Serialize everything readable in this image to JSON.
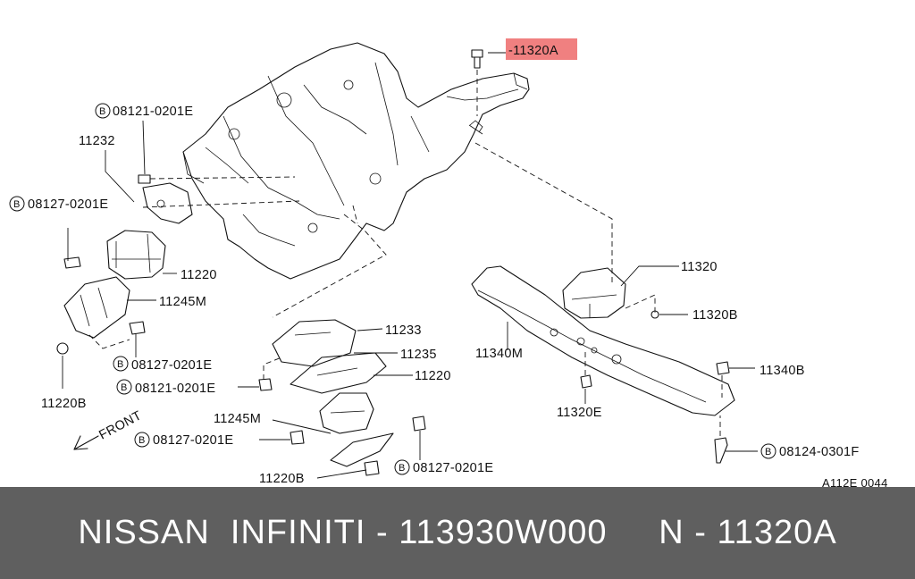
{
  "diagram": {
    "labels": {
      "top_highlight": "-11320A",
      "bolt_a": "08121-0201E",
      "bracket": "11232",
      "bolt_b": "08127-0201E",
      "mount_front_left": "11220",
      "heat_shield_left": "11245M",
      "bolt_c": "08127-0201E",
      "nut_left": "11220B",
      "bracket_center": "11233",
      "insulator_center": "11235",
      "mount_center": "11220",
      "bolt_d": "08121-0201E",
      "heat_shield_center": "11245M",
      "bolt_e": "08127-0201E",
      "nut_center": "11220B",
      "bolt_f": "08127-0201E",
      "rear_mount": "11320",
      "rear_nut": "11320B",
      "member": "11340M",
      "nut_member": "11340B",
      "washer": "11320E",
      "bolt_member": "08124-0301F",
      "front_label": "FRONT",
      "diagram_code": "A112E 0044"
    },
    "bolt_symbol": "B",
    "highlight_color": "#f08080"
  },
  "banner": {
    "text": "NISSAN  INFINITI - 113930W000     N - 11320A",
    "background": "#5f5f5f",
    "color": "#ffffff"
  }
}
